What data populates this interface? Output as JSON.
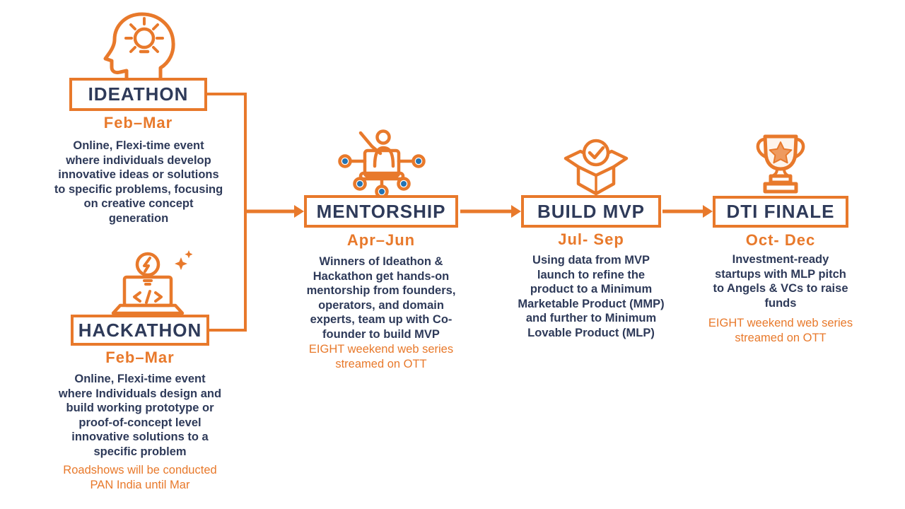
{
  "palette": {
    "orange": "#E8792B",
    "navy": "#2E3A59",
    "node_blue": "#2373B4"
  },
  "stages": [
    {
      "title": "IDEATHON",
      "dates": "Feb–Mar",
      "icon": "head-idea-icon",
      "description": "Online, Flexi-time event\nwhere individuals develop\ninnovative ideas or solutions\nto specific problems, focusing\non creative concept\ngeneration",
      "note": ""
    },
    {
      "title": "HACKATHON",
      "dates": "Feb–Mar",
      "icon": "laptop-code-bulb-icon",
      "description": "Online, Flexi-time event\nwhere Individuals design and\nbuild working prototype or\nproof-of-concept level\ninnovative solutions to a\nspecific problem",
      "note": "Roadshows will be conducted\nPAN India until Mar"
    },
    {
      "title": "MENTORSHIP",
      "dates": "Apr–Jun",
      "icon": "mentor-presenter-icon",
      "description": "Winners of Ideathon &\nHackathon get hands-on\nmentorship from founders,\noperators, and domain\nexperts, team up with Co-\nfounder to build MVP",
      "note": "EIGHT weekend web series\nstreamed on OTT"
    },
    {
      "title": "BUILD MVP",
      "dates": "Jul- Sep",
      "icon": "open-box-check-icon",
      "description": "Using data from MVP\nlaunch to refine the\nproduct to a Minimum\nMarketable Product (MMP)\nand further to Minimum\nLovable Product (MLP)",
      "note": ""
    },
    {
      "title": "DTI FINALE",
      "dates": "Oct- Dec",
      "icon": "trophy-star-icon",
      "description": "Investment-ready\nstartups with MLP pitch\nto Angels & VCs to raise\nfunds",
      "note": "EIGHT weekend web series\nstreamed on OTT"
    }
  ]
}
